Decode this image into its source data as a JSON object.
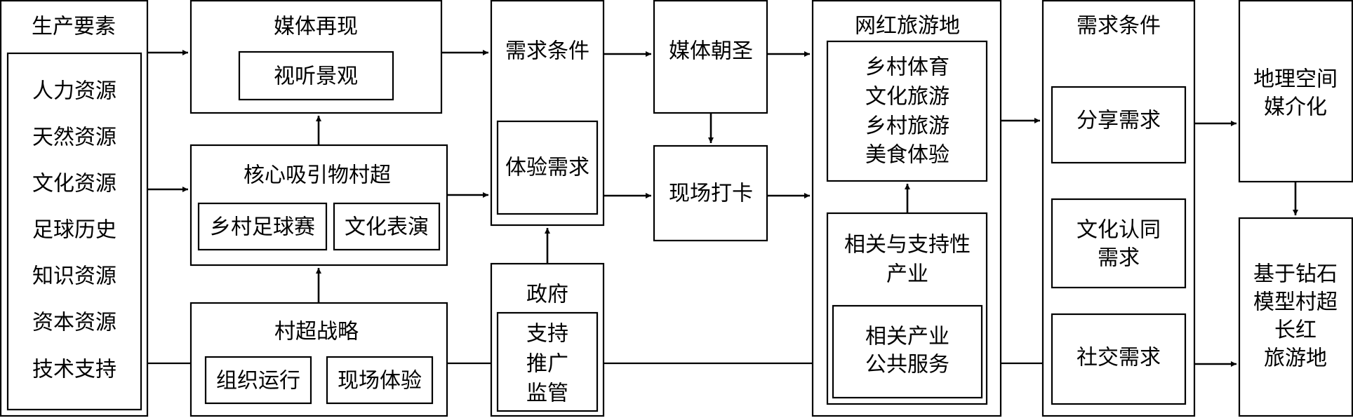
{
  "production_factors": {
    "title": "生产要素",
    "items": [
      "人力资源",
      "天然资源",
      "文化资源",
      "足球历史",
      "知识资源",
      "资本资源",
      "技术支持"
    ]
  },
  "media_representation": {
    "title": "媒体再现",
    "sub": "视听景观"
  },
  "core_attraction": {
    "title": "核心吸引物村超",
    "items": [
      "乡村足球赛",
      "文化表演"
    ]
  },
  "strategy": {
    "title": "村超战略",
    "items": [
      "组织运行",
      "现场体验"
    ]
  },
  "demand_conditions_1": {
    "title": "需求条件",
    "sub": "体验需求"
  },
  "government": {
    "title": "政府",
    "items": [
      "支持",
      "推广",
      "监管"
    ]
  },
  "media_pilgrimage": {
    "title": "媒体朝圣"
  },
  "on_site_checkin": {
    "title": "现场打卡"
  },
  "internet_famous": {
    "title": "网红旅游地",
    "items": [
      "乡村体育",
      "文化旅游",
      "乡村旅游",
      "美食体验"
    ]
  },
  "related_industries": {
    "title_lines": [
      "相关与支持性",
      "产业"
    ],
    "sub_lines": [
      "相关产业",
      "公共服务"
    ]
  },
  "demand_conditions_2": {
    "title": "需求条件",
    "items": [
      {
        "lines": [
          "分享需求"
        ]
      },
      {
        "lines": [
          "文化认同",
          "需求"
        ]
      },
      {
        "lines": [
          "社交需求"
        ]
      }
    ]
  },
  "geo_mediatization": {
    "lines": [
      "地理空间",
      "媒介化"
    ]
  },
  "final_destination": {
    "lines": [
      "基于钻石",
      "模型村超",
      "长红",
      "旅游地"
    ]
  }
}
